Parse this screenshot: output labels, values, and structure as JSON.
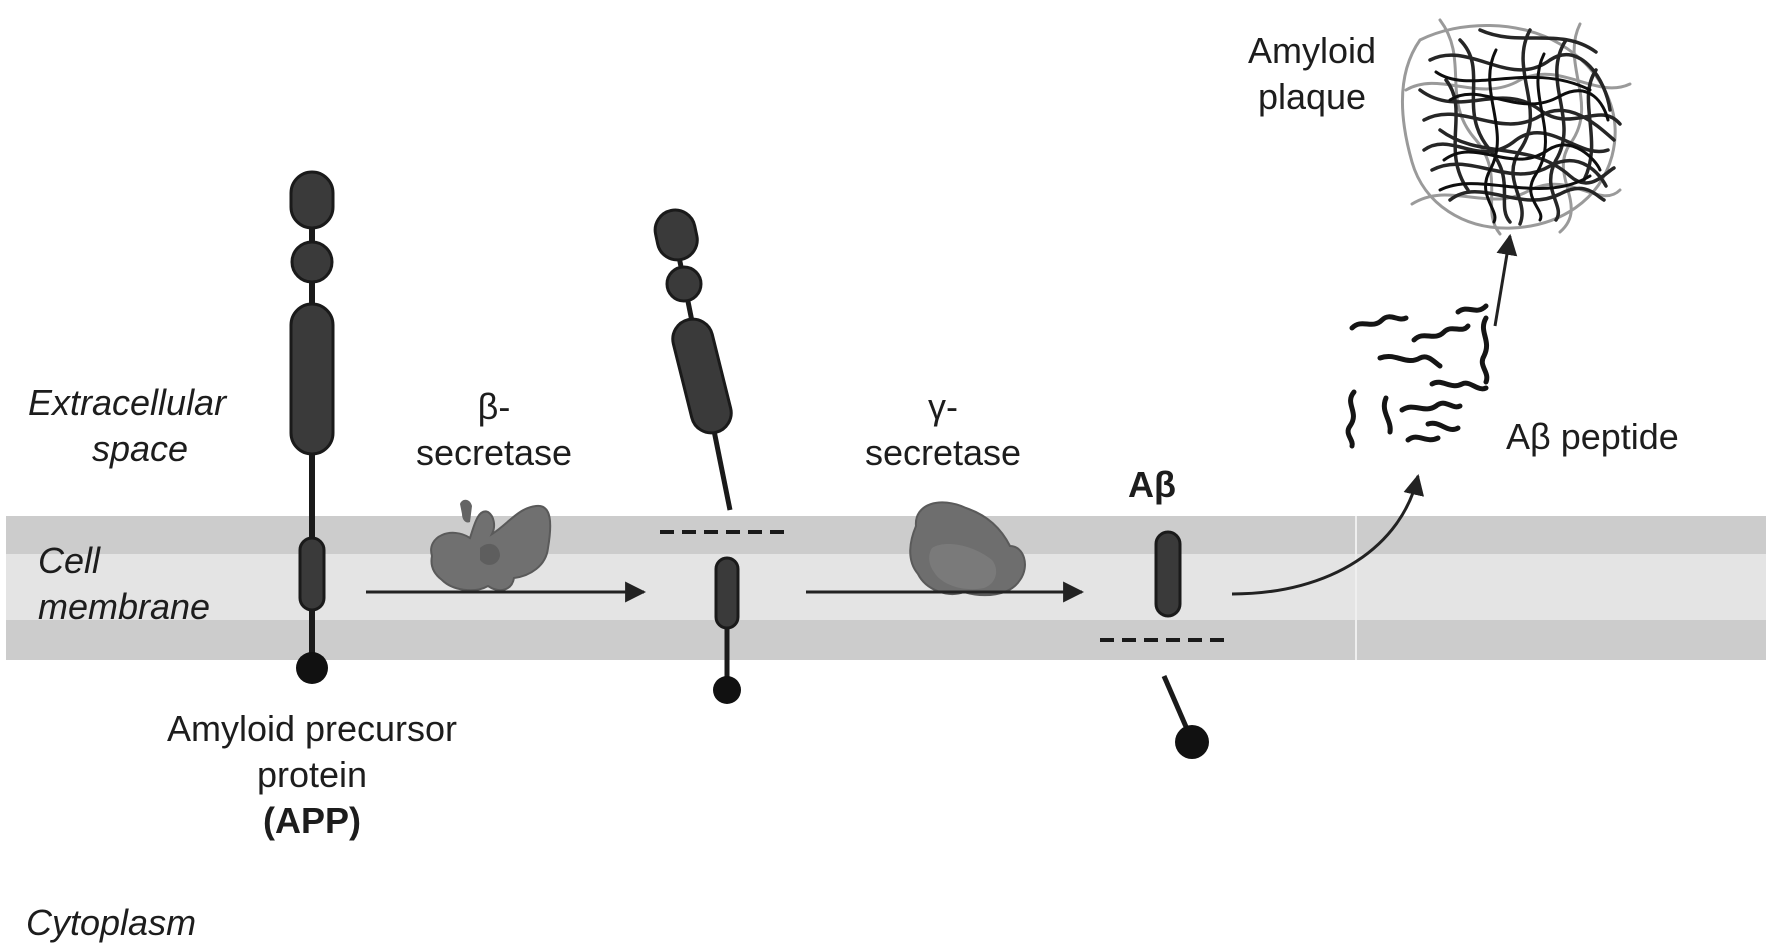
{
  "regions": {
    "extracellular": [
      "Extracellular",
      "space"
    ],
    "membrane": [
      "Cell",
      "membrane"
    ],
    "cytoplasm": "Cytoplasm"
  },
  "app": {
    "name_lines": [
      "Amyloid precursor",
      "protein"
    ],
    "abbr": "(APP)"
  },
  "enzymes": {
    "beta": [
      "β-",
      "secretase"
    ],
    "gamma": [
      "γ-",
      "secretase"
    ]
  },
  "products": {
    "abeta": "Aβ",
    "peptide": "Aβ peptide",
    "plaque": [
      "Amyloid",
      "plaque"
    ]
  },
  "colors": {
    "membrane_outer": "#cccccc",
    "membrane_inner": "#e4e4e4",
    "protein": "#3a3a3a",
    "enzyme": "#6e6e6e",
    "enzyme_dark": "#5e5e5e",
    "text": "#1d1d1d"
  }
}
